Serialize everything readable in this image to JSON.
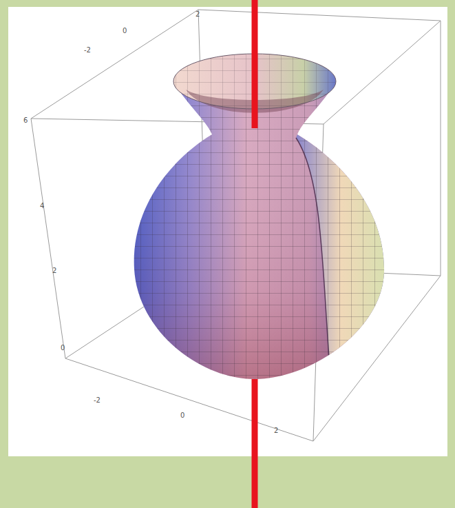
{
  "diagram": {
    "labels": [
      "2",
      "0",
      "-2",
      "6",
      "4",
      "2",
      "0",
      "-2",
      "0",
      "2"
    ]
  }
}
